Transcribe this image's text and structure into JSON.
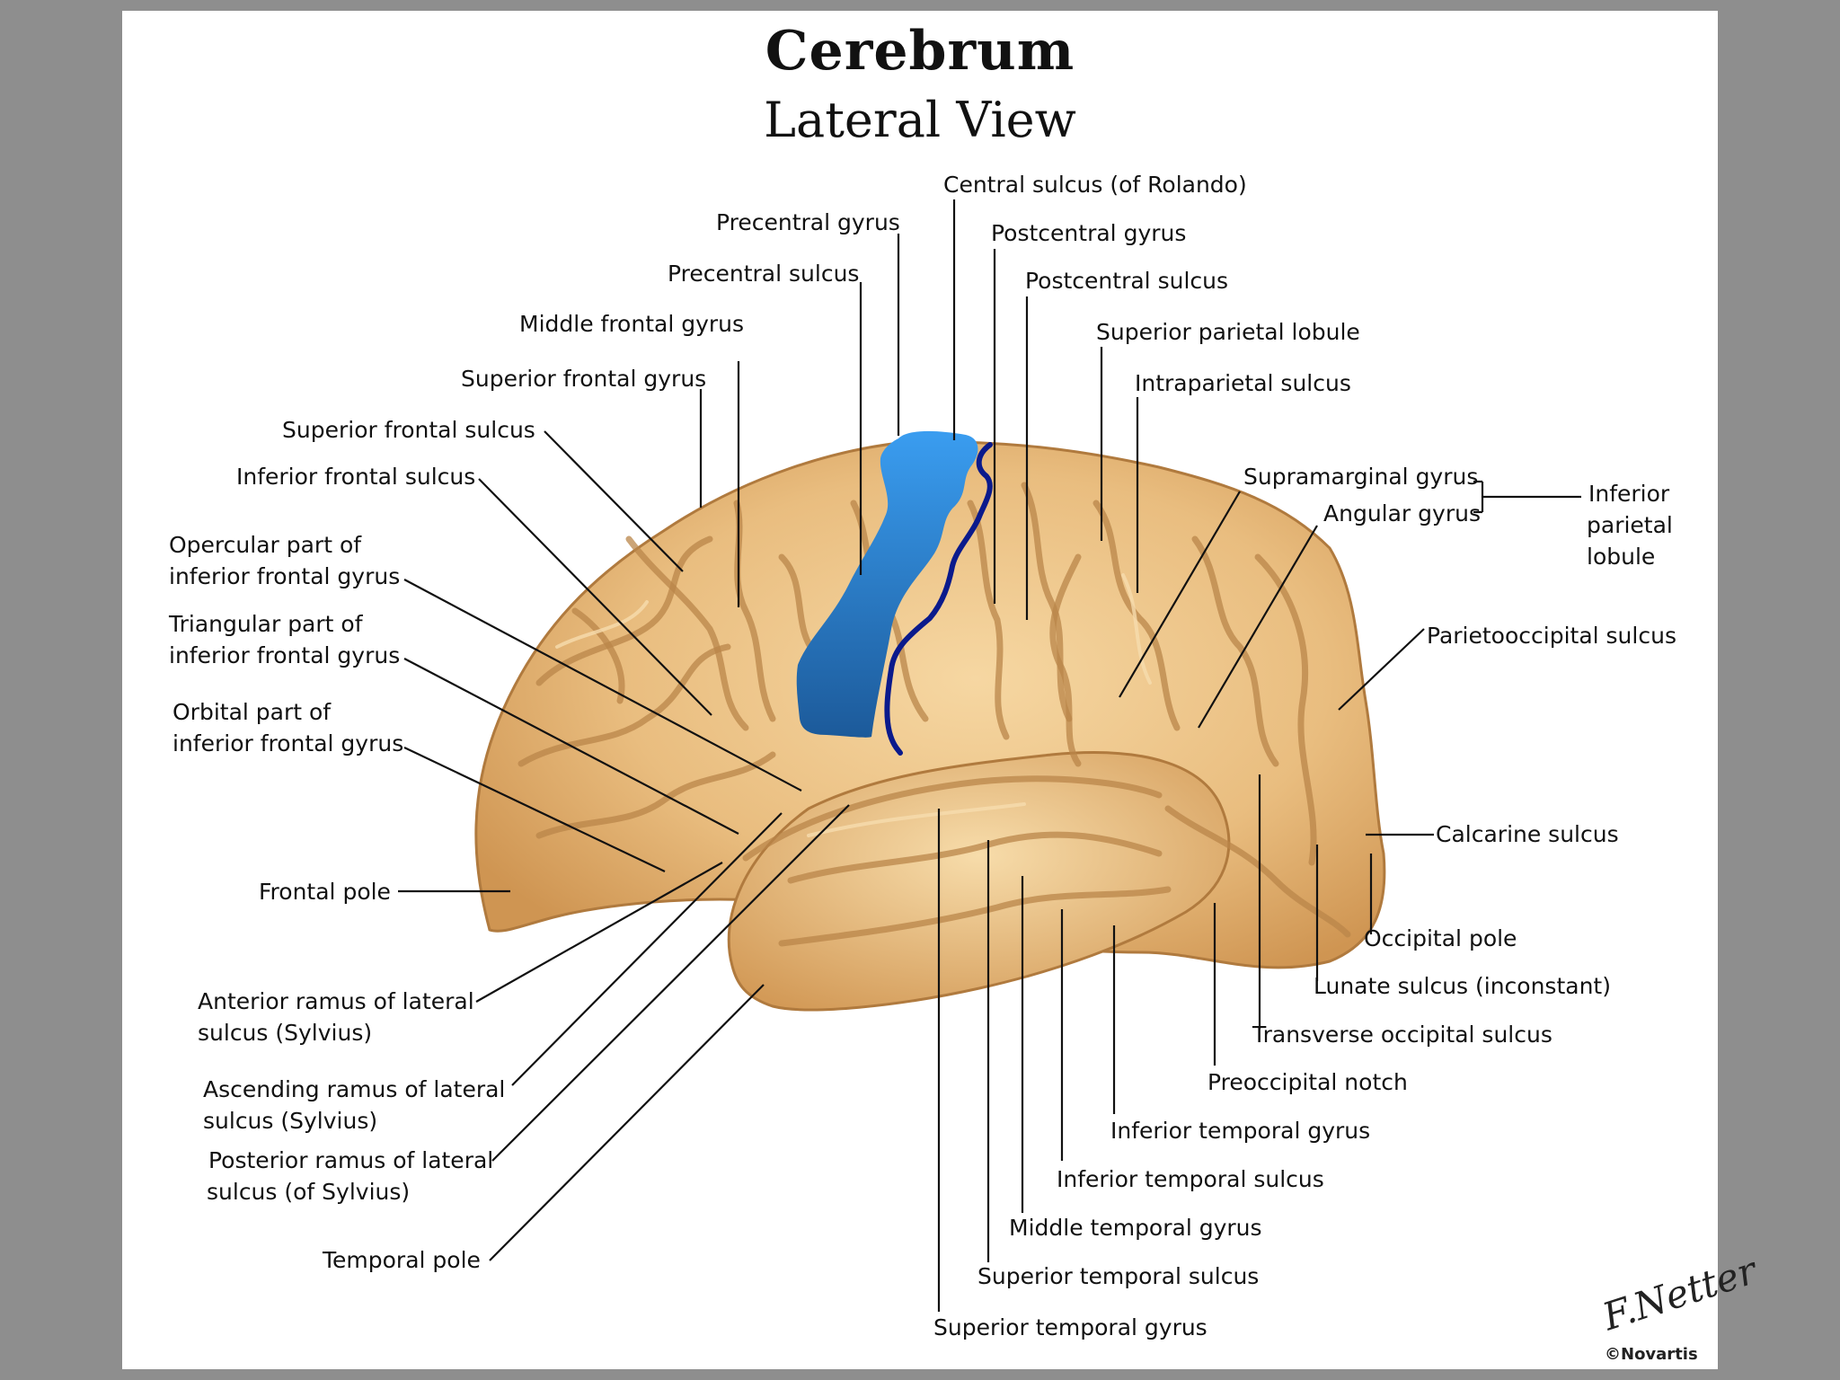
{
  "title": "Cerebrum",
  "subtitle": "Lateral View",
  "colors": {
    "background": "#8e8e8e",
    "slide": "#ffffff",
    "brain": "#e8bd80",
    "highlight_top": "#3a9df0",
    "highlight_bottom": "#1c5a9a",
    "sulcus_line": "#0a1a8c"
  },
  "labels": {
    "central_sulcus": "Central sulcus (of Rolando)",
    "precentral_gyrus": "Precentral gyrus",
    "postcentral_gyrus": "Postcentral gyrus",
    "precentral_sulcus": "Precentral sulcus",
    "postcentral_sulcus": "Postcentral sulcus",
    "middle_frontal_gyrus": "Middle frontal gyrus",
    "superior_parietal_lobule": "Superior parietal lobule",
    "superior_frontal_gyrus": "Superior frontal gyrus",
    "intraparietal_sulcus": "Intraparietal sulcus",
    "superior_frontal_sulcus": "Superior frontal sulcus",
    "inferior_frontal_sulcus": "Inferior frontal sulcus",
    "supramarginal_gyrus": "Supramarginal gyrus",
    "angular_gyrus": "Angular gyrus",
    "inferior_parietal_lobule_1": "Inferior",
    "inferior_parietal_lobule_2": "parietal",
    "inferior_parietal_lobule_3": "lobule",
    "opercular_1": "Opercular part of",
    "opercular_2": "inferior frontal gyrus",
    "triangular_1": "Triangular part of",
    "triangular_2": "inferior frontal gyrus",
    "parietooccipital_sulcus": "Parietooccipital sulcus",
    "orbital_1": "Orbital part of",
    "orbital_2": "inferior frontal gyrus",
    "calcarine_sulcus": "Calcarine sulcus",
    "frontal_pole": "Frontal pole",
    "occipital_pole": "Occipital pole",
    "lunate_sulcus": "Lunate sulcus (inconstant)",
    "anterior_ramus_1": "Anterior ramus of lateral",
    "anterior_ramus_2": "sulcus (Sylvius)",
    "transverse_occipital_sulcus": "Transverse occipital sulcus",
    "preoccipital_notch": "Preoccipital notch",
    "ascending_ramus_1": "Ascending ramus of lateral",
    "ascending_ramus_2": "sulcus (Sylvius)",
    "posterior_ramus_1": "Posterior ramus of lateral",
    "posterior_ramus_2": "sulcus (of Sylvius)",
    "inferior_temporal_gyrus": "Inferior temporal gyrus",
    "inferior_temporal_sulcus": "Inferior temporal sulcus",
    "middle_temporal_gyrus": "Middle temporal gyrus",
    "temporal_pole": "Temporal pole",
    "superior_temporal_sulcus": "Superior temporal sulcus",
    "superior_temporal_gyrus": "Superior temporal gyrus"
  },
  "signature": "F.Netter",
  "copyright": "©Novartis"
}
